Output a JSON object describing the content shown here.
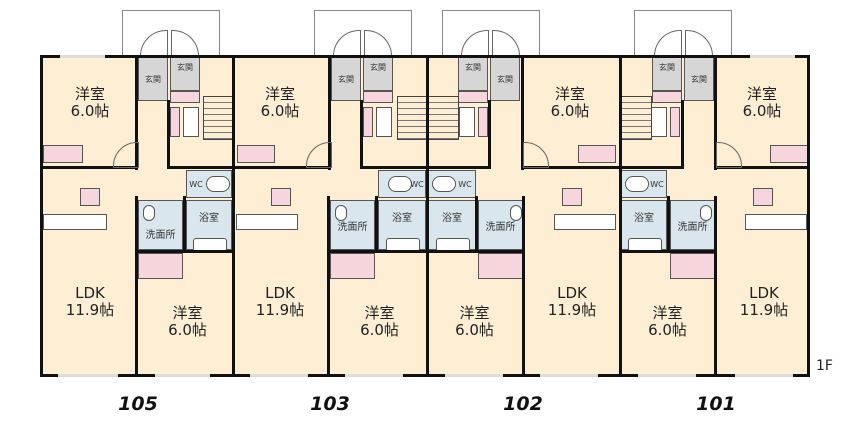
{
  "floor_label": "1F",
  "colors": {
    "room": "#fdeed4",
    "wet_area": "#d9e6ee",
    "entrance": "#d6d6d6",
    "storage": "#f6d5dd",
    "wall": "#111111"
  },
  "units": [
    {
      "number": "105",
      "rooms": [
        {
          "name": "洋室",
          "size": "6.0帖",
          "position": "top"
        },
        {
          "name": "LDK",
          "size": "11.9帖",
          "position": "bottom-left"
        },
        {
          "name": "洋室",
          "size": "6.0帖",
          "position": "bottom-right"
        }
      ],
      "labels": {
        "entrance": "玄関",
        "toilet": "WC",
        "bath": "浴室",
        "washroom": "洗面所"
      }
    },
    {
      "number": "103",
      "rooms": [
        {
          "name": "洋室",
          "size": "6.0帖",
          "position": "top"
        },
        {
          "name": "LDK",
          "size": "11.9帖",
          "position": "bottom-left"
        },
        {
          "name": "洋室",
          "size": "6.0帖",
          "position": "bottom-right"
        }
      ],
      "labels": {
        "entrance": "玄関",
        "toilet": "WC",
        "bath": "浴室",
        "washroom": "洗面所"
      }
    },
    {
      "number": "102",
      "rooms": [
        {
          "name": "洋室",
          "size": "6.0帖",
          "position": "top"
        },
        {
          "name": "洋室",
          "size": "6.0帖",
          "position": "bottom-left"
        },
        {
          "name": "LDK",
          "size": "11.9帖",
          "position": "bottom-right"
        }
      ],
      "labels": {
        "entrance": "玄関",
        "toilet": "WC",
        "bath": "浴室",
        "washroom": "洗面所"
      }
    },
    {
      "number": "101",
      "rooms": [
        {
          "name": "洋室",
          "size": "6.0帖",
          "position": "top"
        },
        {
          "name": "洋室",
          "size": "6.0帖",
          "position": "bottom-left"
        },
        {
          "name": "LDK",
          "size": "11.9帖",
          "position": "bottom-right"
        }
      ],
      "labels": {
        "entrance": "玄関",
        "toilet": "WC",
        "bath": "浴室",
        "washroom": "洗面所"
      }
    }
  ]
}
